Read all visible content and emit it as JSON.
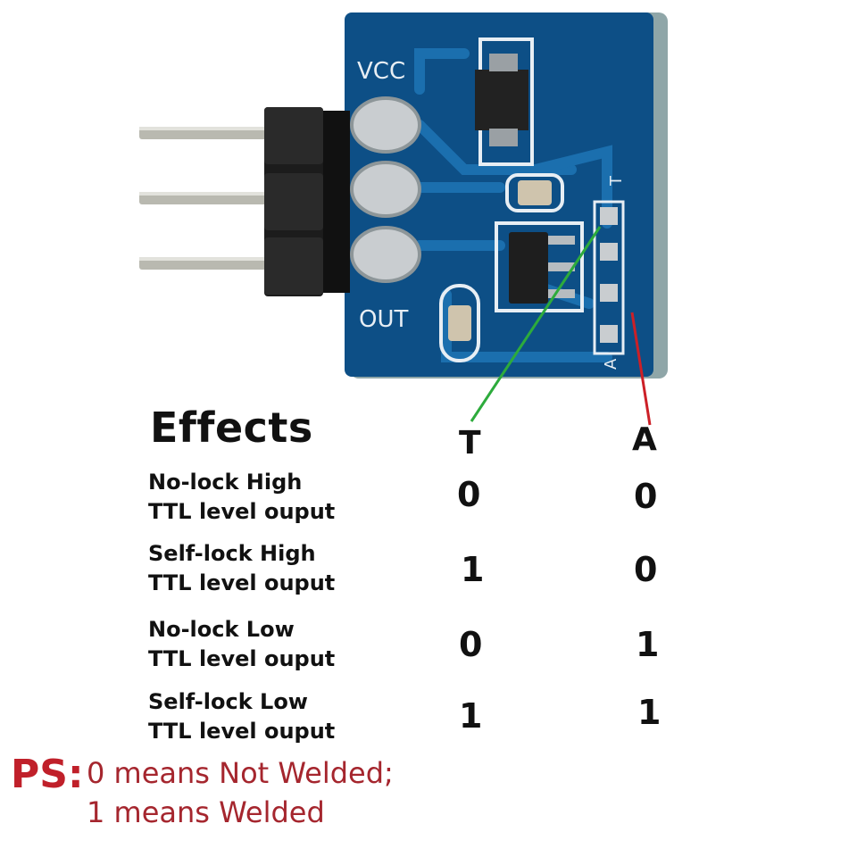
{
  "board": {
    "vcc_label": "VCC",
    "out_label": "OUT",
    "pad_t_label": "T",
    "pad_a_label": "A",
    "colors": {
      "pcb": "#0d4f86",
      "pcb_edge": "#8fa6a8",
      "pad": "#c9cdd0",
      "header": "#1c1c1c",
      "pin": "#b9b9b0",
      "t_line": "#2dab3c",
      "a_line": "#cc2027"
    }
  },
  "effects": {
    "title": "Effects",
    "col_t": "T",
    "col_a": "A",
    "rows": [
      {
        "line1": "No-lock High",
        "line2": "TTL level ouput",
        "t": "0",
        "a": "0"
      },
      {
        "line1": "Self-lock High",
        "line2": "TTL level ouput",
        "t": "1",
        "a": "0"
      },
      {
        "line1": "No-lock Low",
        "line2": "TTL level ouput",
        "t": "0",
        "a": "1"
      },
      {
        "line1": "Self-lock Low",
        "line2": "TTL level ouput",
        "t": "1",
        "a": "1"
      }
    ]
  },
  "ps": {
    "label": "PS:",
    "line1": "0 means Not Welded;",
    "line2": "1 means Welded"
  }
}
